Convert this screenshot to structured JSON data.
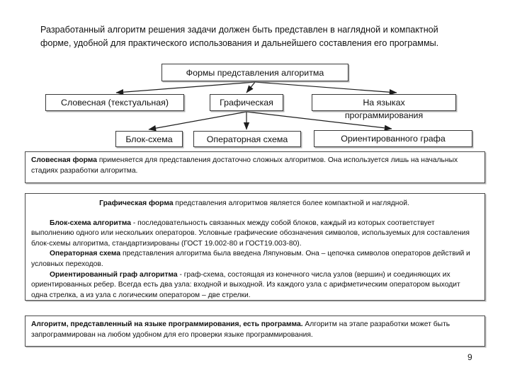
{
  "slide": {
    "page_number": "9",
    "intro_paragraph": "Разработанный алгоритм решения задачи должен быть представлен в наглядной и компактной форме, удобной для практического использования и дальнейшего составления его программы."
  },
  "diagram": {
    "title": "Формы представления алгоритма",
    "root": "Формы представления алгоритма",
    "level2": [
      {
        "label": "Словесная (текстуальная)"
      },
      {
        "label": "Графическая"
      },
      {
        "label": "На языках"
      }
    ],
    "lang_overflow_label": "программирования",
    "level3": [
      {
        "label": "Блок-схема"
      },
      {
        "label": "Операторная схема"
      },
      {
        "label": "Ориентированного графа"
      }
    ]
  },
  "blocks": {
    "verbal": {
      "lead": "Словесная форма",
      "body": " применяется для представления достаточно сложных алгоритмов. Она используется лишь на начальных стадиях разработки алгоритма."
    },
    "graphical": {
      "headline_lead": "Графическая форма",
      "headline_body": " представления алгоритмов является более компактной и наглядной.",
      "p1_lead": "Блок-схема алгоритма",
      "p1_body": " - последовательность связанных между собой блоков, каждый из которых соответствует выполнению одного или нескольких операторов. Условные графические обозначения символов, используемых для составления блок-схемы алгоритма, стандартизированы (ГОСТ 19.002-80 и ГОСТ19.003-80).",
      "p2_lead": "Операторная схема",
      "p2_body": " представления алгоритма была введена Ляпуновым. Она – цепочка символов операторов действий и условных переходов.",
      "p3_lead": "Ориентированный граф алгоритма",
      "p3_body": " - граф-схема, состоящая из конечного числа узлов (вершин) и соединяющих их ориентированных ребер. Всегда есть два узла: входной и выходной. Из каждого узла с арифметическим оператором выходит одна стрелка, а из узла с логическим оператором – две стрелки."
    },
    "program": {
      "lead": "Алгоритм, представленный на языке программирования, есть программа.",
      "body": " Алгоритм на этапе разработки может быть запрограммирован на любом удобном для его проверки языке программирования."
    }
  },
  "colors": {
    "background": "#ffffff",
    "text": "#111111",
    "border": "#3a3a3a",
    "shadow": "#7d7d7d"
  }
}
